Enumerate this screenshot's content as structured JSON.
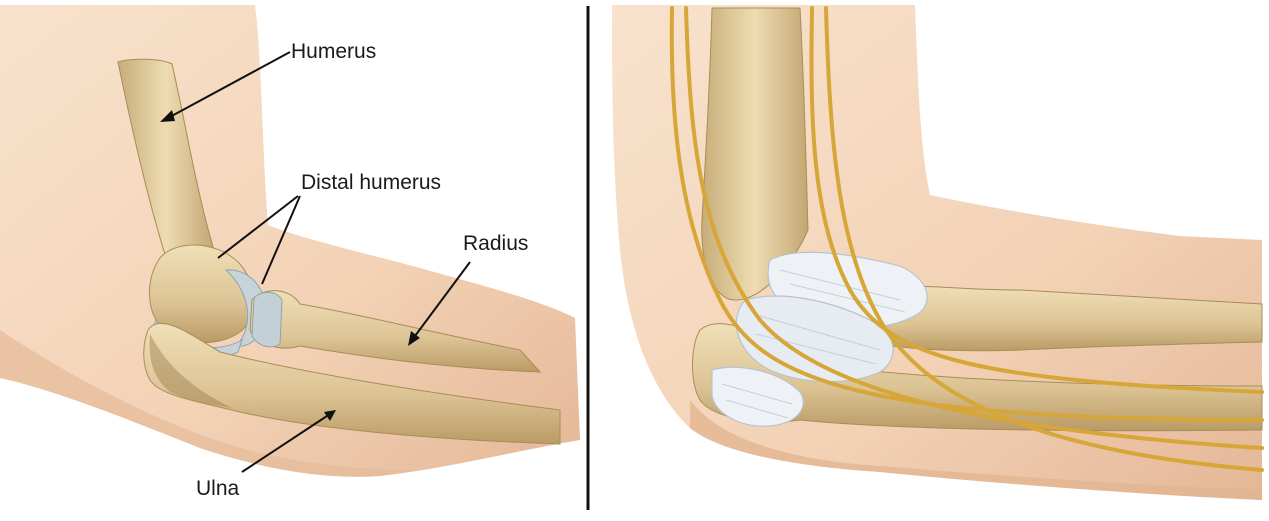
{
  "labels": {
    "humerus": "Humerus",
    "distal_humerus": "Distal humerus",
    "radius": "Radius",
    "ulna": "Ulna"
  },
  "colors": {
    "skin": "#f6dcc4",
    "skin_shadow": "#e7bf9f",
    "bone": "#e6d2a6",
    "bone_dark": "#b79a64",
    "cartilage": "#b9c9cf",
    "ligament": "#eef2f6",
    "nerve": "#d9a93a",
    "divider": "#111111"
  }
}
